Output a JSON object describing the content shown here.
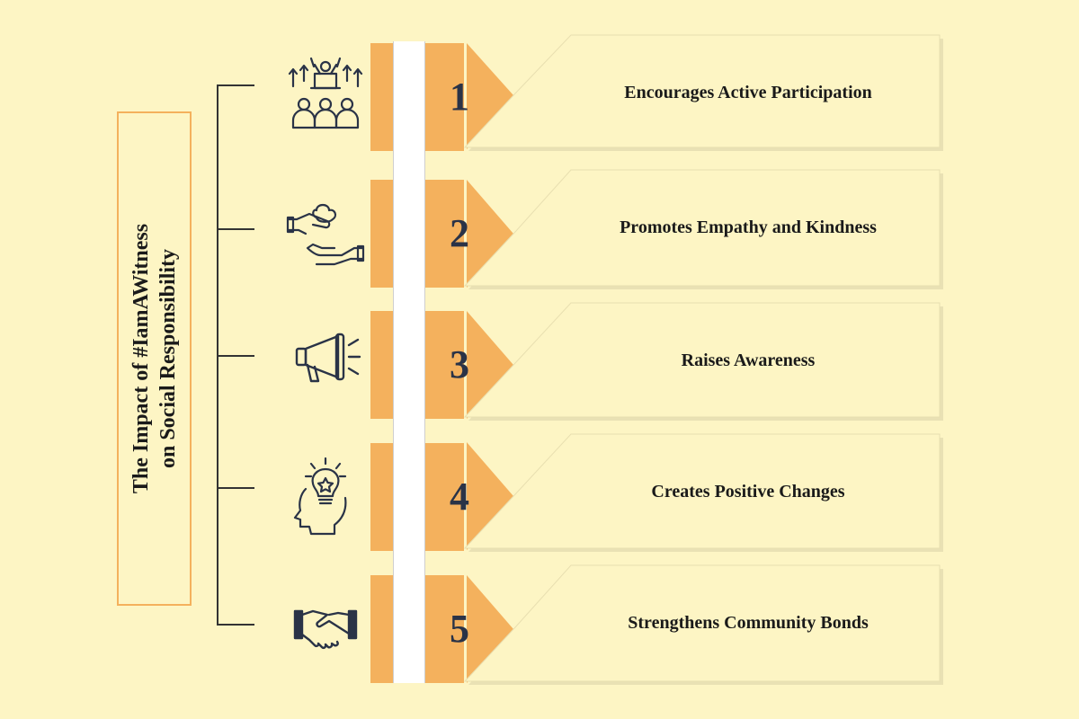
{
  "title": {
    "line1": "The Impact of #IamAWitness",
    "line2": "on Social Responsibility"
  },
  "colors": {
    "background": "#fdf5c4",
    "accent_orange": "#f4b15d",
    "number_color": "#2a3347",
    "icon_color": "#2a3347"
  },
  "items": [
    {
      "number": "1",
      "label": "Encourages Active Participation",
      "icon": "speaker-podium-audience-icon"
    },
    {
      "number": "2",
      "label": "Promotes Empathy and Kindness",
      "icon": "giving-hands-icon"
    },
    {
      "number": "3",
      "label": "Raises Awareness",
      "icon": "megaphone-icon"
    },
    {
      "number": "4",
      "label": "Creates Positive Changes",
      "icon": "head-lightbulb-icon"
    },
    {
      "number": "5",
      "label": "Strengthens Community Bonds",
      "icon": "handshake-icon"
    }
  ]
}
